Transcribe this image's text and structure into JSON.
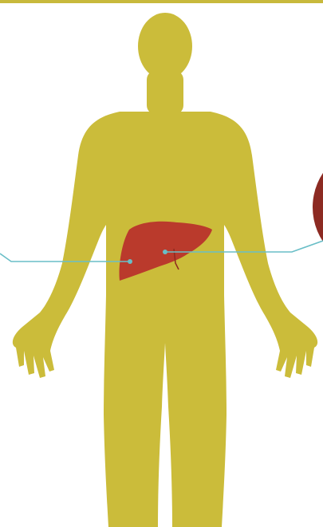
{
  "diagram": {
    "subject": "human-body-silhouette",
    "highlighted_organ": "liver",
    "callouts": [
      {
        "side": "left",
        "target": "liver"
      },
      {
        "side": "right",
        "target": "liver"
      }
    ],
    "colors": {
      "background": "#ffffff",
      "top_rule": "#c8b93c",
      "body": "#cbbc3a",
      "liver": "#ba3a2c",
      "liver_detail": "#8e2a1f",
      "connector": "#69bec7",
      "edge_circle": "#8c2a22"
    }
  }
}
